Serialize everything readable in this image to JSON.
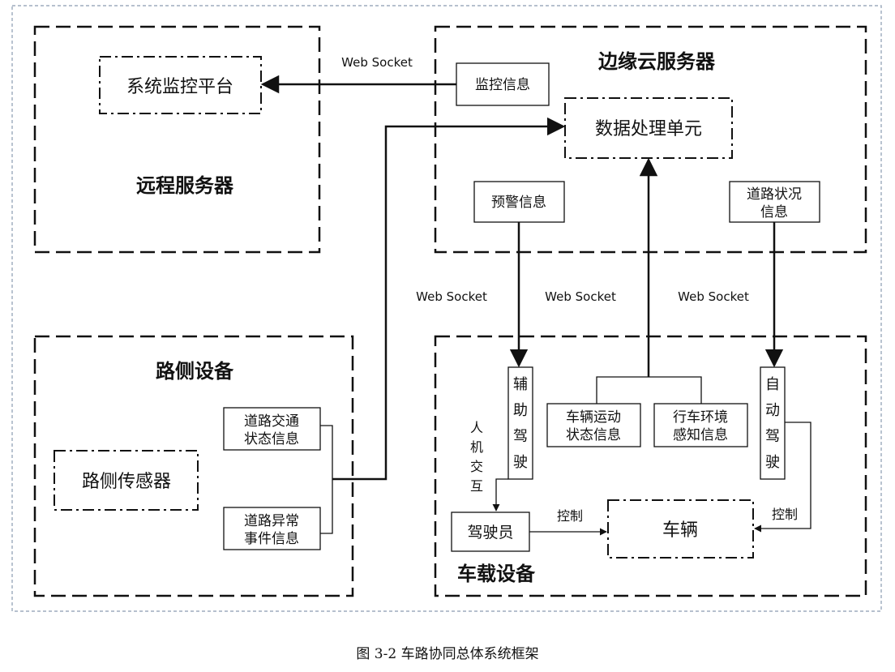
{
  "diagram": {
    "groups": {
      "remote": {
        "title": "远程服务器"
      },
      "edge": {
        "title": "边缘云服务器"
      },
      "roadside": {
        "title": "路侧设备"
      },
      "vehicle": {
        "title": "车载设备"
      }
    },
    "nodes": {
      "monitor_platform": "系统监控平台",
      "data_unit": "数据处理单元",
      "monitor_info": "监控信息",
      "warning_info": "预警信息",
      "road_status_info": [
        "道路状况",
        "信息"
      ],
      "roadside_sensor": "路侧传感器",
      "traffic_state_info": [
        "道路交通",
        "状态信息"
      ],
      "abnormal_event_info": [
        "道路异常",
        "事件信息"
      ],
      "assist_driving": [
        "辅",
        "助",
        "驾",
        "驶"
      ],
      "auto_driving": [
        "自",
        "动",
        "驾",
        "驶"
      ],
      "vehicle_motion_info": [
        "车辆运动",
        "状态信息"
      ],
      "env_perception_info": [
        "行车环境",
        "感知信息"
      ],
      "driver": "驾驶员",
      "vehicle": "车辆"
    },
    "edges": {
      "ws_top": "Web Socket",
      "ws_left": "Web Socket",
      "ws_mid": "Web Socket",
      "ws_right": "Web Socket",
      "hmi": [
        "人",
        "机",
        "交",
        "互"
      ],
      "control_driver": "控制",
      "control_auto": "控制"
    },
    "caption": "图 3-2 车路协同总体系统框架"
  }
}
